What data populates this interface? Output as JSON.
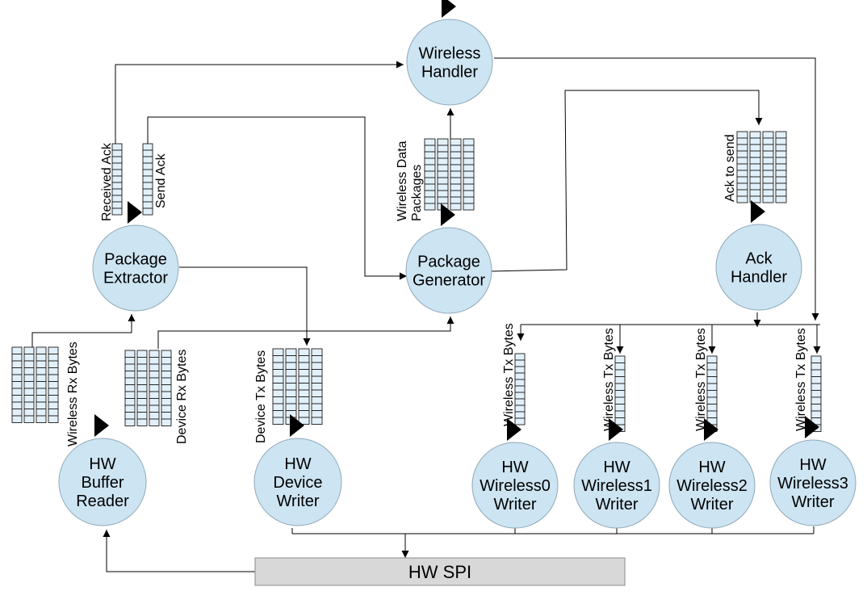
{
  "processes": {
    "wireless_handler": [
      "Wireless",
      "Handler"
    ],
    "package_extractor": [
      "Package",
      "Extractor"
    ],
    "package_generator": [
      "Package",
      "Generator"
    ],
    "ack_handler": [
      "Ack",
      "Handler"
    ],
    "hw_buffer_reader": [
      "HW",
      "Buffer",
      "Reader"
    ],
    "hw_device_writer": [
      "HW",
      "Device",
      "Writer"
    ],
    "hw_wireless0_writer": [
      "HW",
      "Wireless0",
      "Writer"
    ],
    "hw_wireless1_writer": [
      "HW",
      "Wireless1",
      "Writer"
    ],
    "hw_wireless2_writer": [
      "HW",
      "Wireless2",
      "Writer"
    ],
    "hw_wireless3_writer": [
      "HW",
      "Wireless3",
      "Writer"
    ]
  },
  "queues": {
    "received_ack": [
      "Received Ack"
    ],
    "send_ack": [
      "Send Ack"
    ],
    "wireless_data_packages": [
      "Wireless Data",
      "Packages"
    ],
    "ack_to_send": [
      "Ack to send"
    ],
    "wireless_rx_bytes": [
      "Wireless Rx Bytes"
    ],
    "device_rx_bytes": [
      "Device Rx Bytes"
    ],
    "device_tx_bytes": [
      "Device Tx Bytes"
    ],
    "wireless_tx_bytes_0": [
      "Wireless Tx Bytes"
    ],
    "wireless_tx_bytes_1": [
      "Wireless Tx Bytes"
    ],
    "wireless_tx_bytes_2": [
      "Wireless Tx Bytes"
    ],
    "wireless_tx_bytes_3": [
      "Wireless Tx Bytes"
    ]
  },
  "hw_spi": "HW SPI",
  "colors": {
    "process_fill": "#cde4f2",
    "queue_fill": "#e2f0fa",
    "spi_fill": "#d8d8d8",
    "line": "#000000"
  }
}
